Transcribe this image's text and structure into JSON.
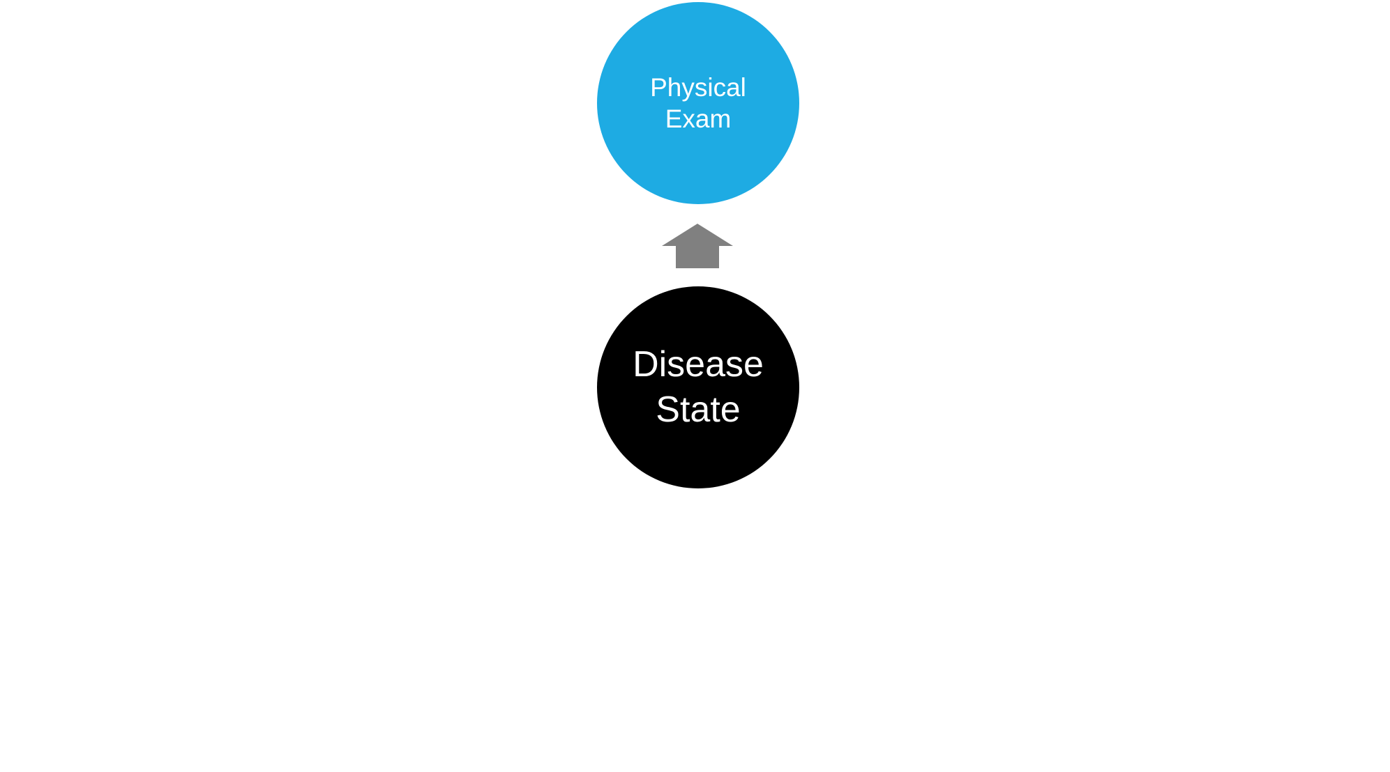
{
  "diagram": {
    "nodes": [
      {
        "id": "physical-exam",
        "lines": [
          "Physical",
          "Exam"
        ],
        "fill": "#1eabe3",
        "text_color": "#ffffff"
      },
      {
        "id": "disease-state",
        "lines": [
          "Disease",
          "State"
        ],
        "fill": "#000000",
        "text_color": "#ffffff"
      }
    ],
    "edges": [
      {
        "from": "disease-state",
        "to": "physical-exam",
        "direction": "up",
        "color": "#808080"
      }
    ]
  }
}
